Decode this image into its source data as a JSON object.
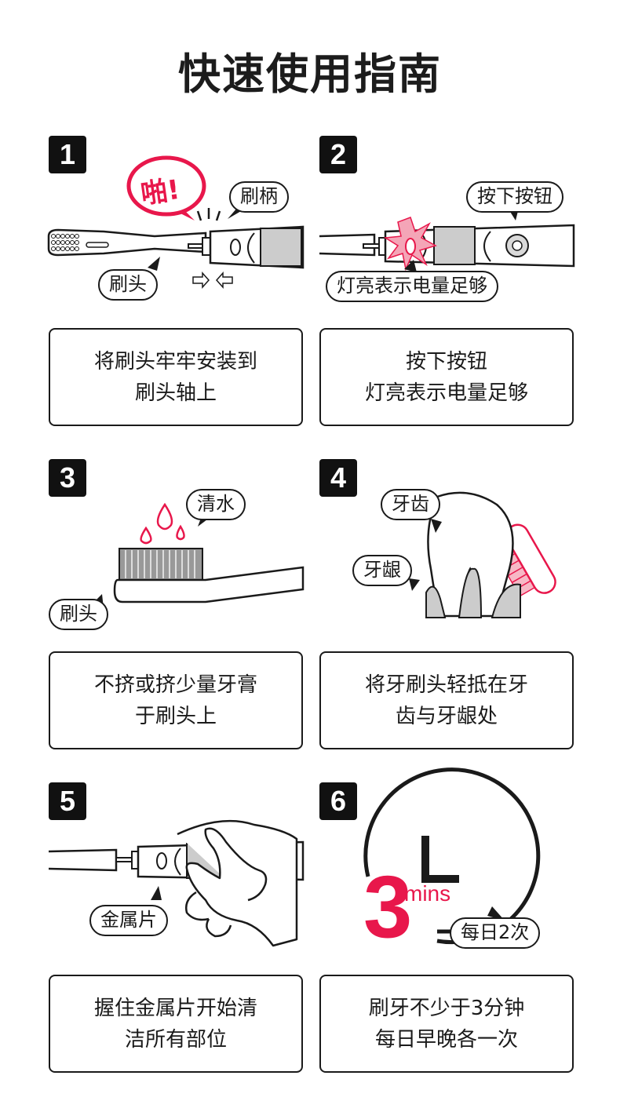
{
  "title": "快速使用指南",
  "colors": {
    "accent": "#e8174b",
    "ink": "#1a1a1a",
    "gray": "#cccccc"
  },
  "steps": [
    {
      "num": "1",
      "labels": {
        "pop": "啪!",
        "handle": "刷柄",
        "head": "刷头"
      },
      "desc": [
        "将刷头牢牢安装到",
        "刷头轴上"
      ]
    },
    {
      "num": "2",
      "labels": {
        "button": "按下按钮",
        "light": "灯亮表示电量足够"
      },
      "desc": [
        "按下按钮",
        "灯亮表示电量足够"
      ]
    },
    {
      "num": "3",
      "labels": {
        "water": "清水",
        "head": "刷头"
      },
      "desc": [
        "不挤或挤少量牙膏",
        "于刷头上"
      ]
    },
    {
      "num": "4",
      "labels": {
        "tooth": "牙齿",
        "gum": "牙龈"
      },
      "desc": [
        "将牙刷头轻抵在牙",
        "齿与牙龈处"
      ]
    },
    {
      "num": "5",
      "labels": {
        "metal": "金属片"
      },
      "desc": [
        "握住金属片开始清",
        "洁所有部位"
      ]
    },
    {
      "num": "6",
      "labels": {
        "big": "3",
        "unit": "mins",
        "freq": "每日2次"
      },
      "desc": [
        "刷牙不少于3分钟",
        "每日早晚各一次"
      ]
    }
  ],
  "icons": [
    "toothbrush-icon",
    "flash-icon",
    "water-drop-icon",
    "tooth-icon",
    "hand-icon",
    "clock-icon",
    "arrows-icon"
  ]
}
